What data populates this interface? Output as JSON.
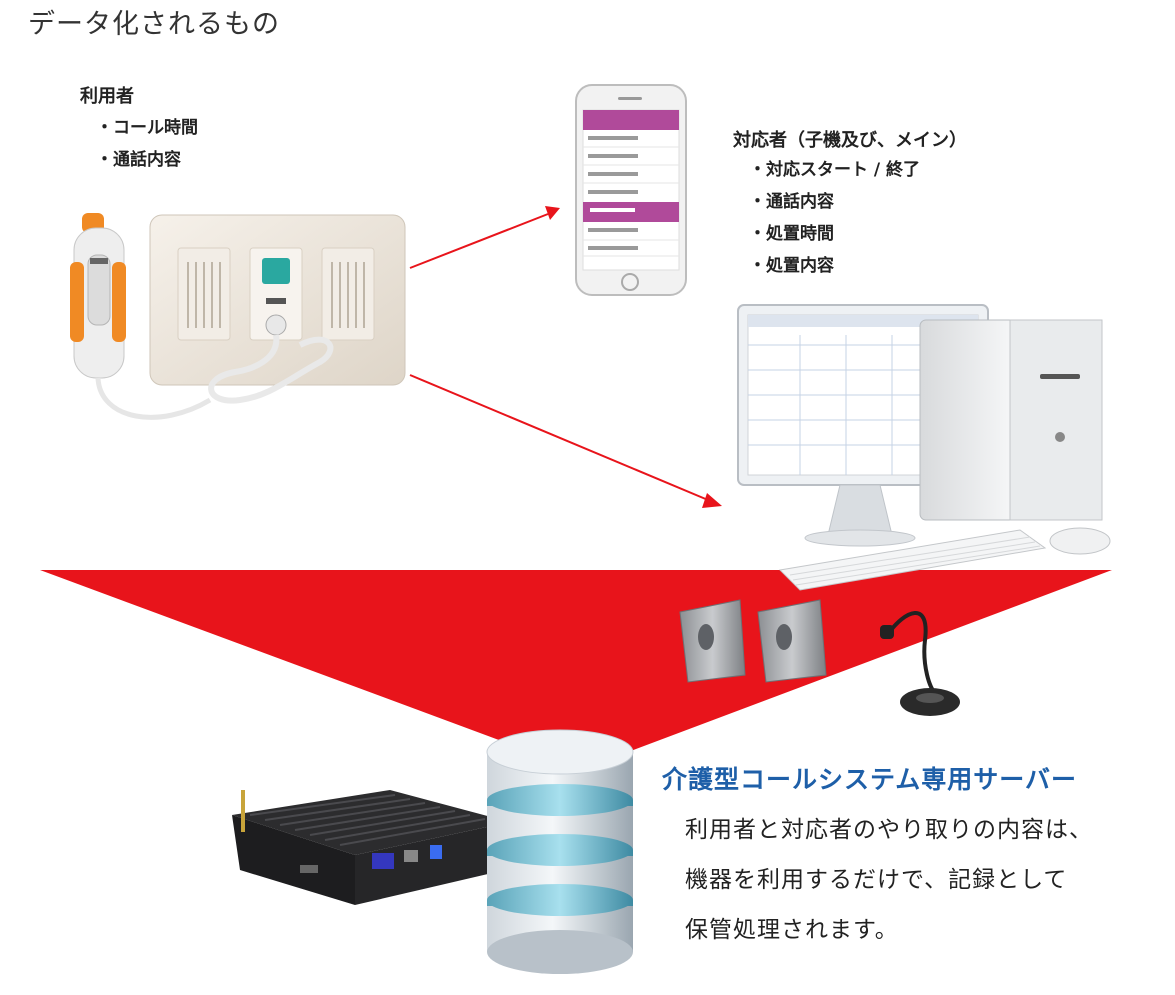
{
  "title": "データ化されるもの",
  "user": {
    "heading": "利用者",
    "items": [
      "・コール時間",
      "・通話内容"
    ]
  },
  "responder": {
    "heading": "対応者（子機及び、メイン）",
    "items": [
      "・対応スタート / 終了",
      "・通話内容",
      "・処置時間",
      "・処置内容"
    ]
  },
  "server": {
    "title": "介護型コールシステム専用サーバー",
    "description": [
      "利用者と対応者のやり取りの内容は、",
      "機器を利用するだけで、記録として",
      "保管処理されます。"
    ]
  },
  "colors": {
    "accent_red": "#e8141b",
    "title_blue": "#1e5fa8",
    "phone_header": "#b04a9a",
    "call_button": "#2aa8a0",
    "handset_orange": "#f08a24"
  },
  "icons": [
    "nurse-call-panel-icon",
    "smartphone-icon",
    "desktop-computer-icon",
    "speakers-icon",
    "microphone-icon",
    "mini-pc-icon",
    "database-icon"
  ]
}
